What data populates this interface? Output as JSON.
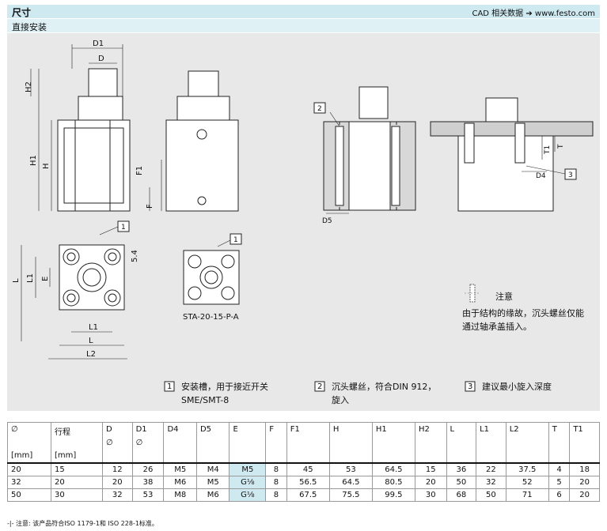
{
  "header": {
    "title": "尺寸",
    "cad_link": "CAD 相关数据 ➔ www.festo.com",
    "subtitle": "直接安装"
  },
  "drawing": {
    "labels": {
      "D1": "D1",
      "D": "D",
      "H2": "H2",
      "H1": "H1",
      "H": "H",
      "F1": "F1",
      "F": "F",
      "L": "L",
      "L1": "L1",
      "L2": "L2",
      "E": "E",
      "dim54": "5.4",
      "callout1": "1",
      "callout2": "2",
      "callout3": "3",
      "D5": "D5",
      "D4": "D4",
      "T": "T",
      "T1": "T1",
      "variant": "STA-20-15-P-A"
    },
    "note_title": "注意",
    "note_line1": "由于结构的缘故，沉头螺丝仅能",
    "note_line2": "通过轴承盖插入。",
    "legend": [
      {
        "num": "1",
        "line1": "安装槽，用于接近开关",
        "line2": "SME/SMT-8"
      },
      {
        "num": "2",
        "line1": "沉头螺丝，符合DIN 912，",
        "line2": "旋入"
      },
      {
        "num": "3",
        "line1": "建议最小旋入深度",
        "line2": ""
      }
    ]
  },
  "table": {
    "headers": [
      {
        "label": "∅",
        "phi": "",
        "unit": "[mm]"
      },
      {
        "label": "行程",
        "phi": "",
        "unit": "[mm]"
      },
      {
        "label": "D",
        "phi": "∅",
        "unit": ""
      },
      {
        "label": "D1",
        "phi": "∅",
        "unit": ""
      },
      {
        "label": "D4",
        "phi": "",
        "unit": ""
      },
      {
        "label": "D5",
        "phi": "",
        "unit": ""
      },
      {
        "label": "E",
        "phi": "",
        "unit": ""
      },
      {
        "label": "F",
        "phi": "",
        "unit": ""
      },
      {
        "label": "F1",
        "phi": "",
        "unit": ""
      },
      {
        "label": "H",
        "phi": "",
        "unit": ""
      },
      {
        "label": "H1",
        "phi": "",
        "unit": ""
      },
      {
        "label": "H2",
        "phi": "",
        "unit": ""
      },
      {
        "label": "L",
        "phi": "",
        "unit": ""
      },
      {
        "label": "L1",
        "phi": "",
        "unit": ""
      },
      {
        "label": "L2",
        "phi": "",
        "unit": ""
      },
      {
        "label": "T",
        "phi": "",
        "unit": ""
      },
      {
        "label": "T1",
        "phi": "",
        "unit": ""
      }
    ],
    "rows": [
      [
        "20",
        "15",
        "12",
        "26",
        "M5",
        "M4",
        "M5",
        "8",
        "45",
        "53",
        "64.5",
        "15",
        "36",
        "22",
        "37.5",
        "4",
        "18"
      ],
      [
        "32",
        "20",
        "20",
        "38",
        "M6",
        "M5",
        "G⅛",
        "8",
        "56.5",
        "64.5",
        "80.5",
        "20",
        "50",
        "32",
        "52",
        "5",
        "20"
      ],
      [
        "50",
        "30",
        "32",
        "53",
        "M8",
        "M6",
        "G⅛",
        "8",
        "67.5",
        "75.5",
        "99.5",
        "30",
        "68",
        "50",
        "71",
        "6",
        "20"
      ]
    ]
  },
  "footnote": "-|- 注意: 该产品符合ISO 1179-1和 ISO 228-1标准。"
}
